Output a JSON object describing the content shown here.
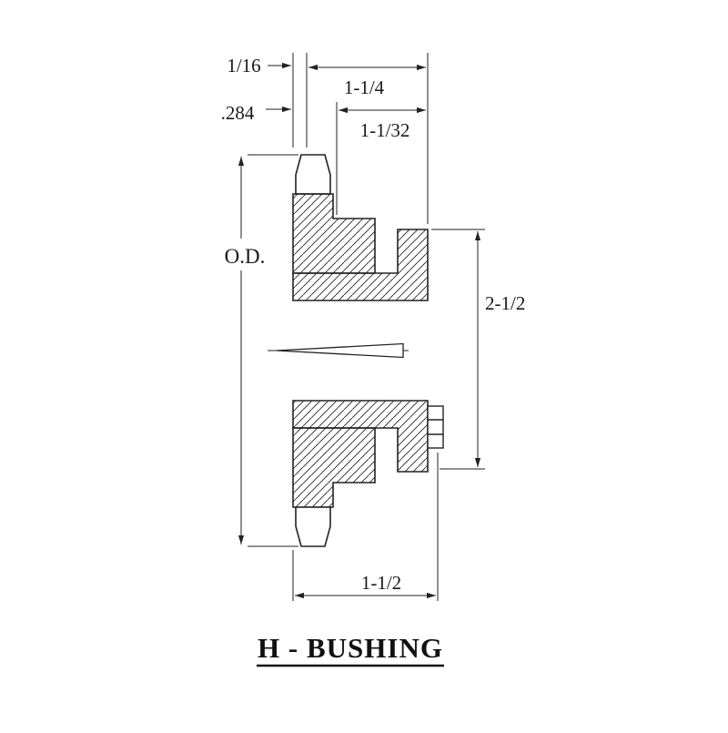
{
  "title": "H - BUSHING",
  "dims": {
    "tooth_width": "1/16",
    "bushing_length": "1-1/4",
    "plate_thickness": ".284",
    "hub_projection": "1-1/32",
    "outer_diameter": "O.D.",
    "flange_diameter": "2-1/2",
    "overall_width": "1-1/2"
  },
  "colors": {
    "ink": "#222222",
    "background": "#ffffff"
  }
}
